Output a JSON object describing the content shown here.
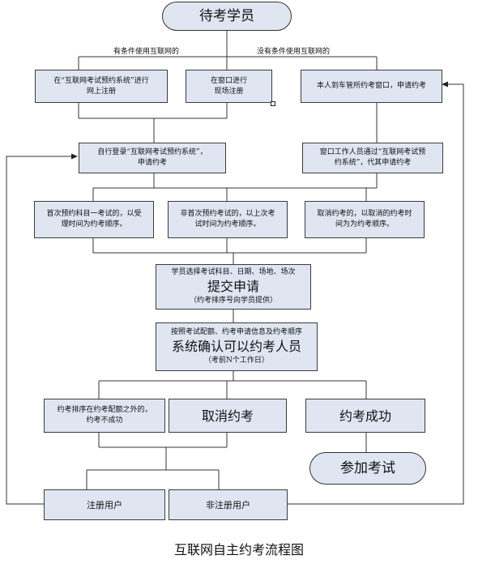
{
  "title": "待考学员",
  "branch_internet": "有条件使用互联网的",
  "branch_no_internet": "没有条件使用互联网的",
  "register_online": {
    "line1": "在“互联网考试预约系统”进行",
    "line2": "网上注册"
  },
  "register_window": {
    "line1": "在窗口进行",
    "line2": "现场注册"
  },
  "apply_in_person": {
    "line1": "本人到车管所约考窗口，申请约考"
  },
  "login_system": {
    "line1": "自行登录“互联网考试预约系统”，",
    "line2": "申请约考"
  },
  "staff_apply": {
    "line1": "窗口工作人员通过“互联网考试预",
    "line2": "约系统”，代其申请约考"
  },
  "first_booking": {
    "line1": "首次预约科目一考试的，以受",
    "line2": "理时间为约考顺序。"
  },
  "repeat_booking": {
    "line1": "非首次预约考试的，以上次考",
    "line2": "试时间为约考顺序。"
  },
  "cancel_booking": {
    "line1": "取消约考的，以取消的约考时",
    "line2": "间为为约考顺序。"
  },
  "submit_application": {
    "line1": "学员选择考试科目、日期、场地、场次",
    "line2": "提交申请",
    "line3": "（约考排序号向学员提供）"
  },
  "system_confirm": {
    "line1": "按照考试配额、约考申请信息及约考顺序",
    "line2": "系统确认可以约考人员",
    "line3": "（考前N个工作日）"
  },
  "booking_failed": {
    "line1": "约考排序在约考配额之外的，",
    "line2": "约考不成功"
  },
  "cancel_exam": {
    "line1": "取消约考"
  },
  "booking_success": {
    "line1": "约考成功"
  },
  "take_exam": "参加考试",
  "registered_user": {
    "line1": "注册用户"
  },
  "unregistered_user": {
    "line1": "非注册用户"
  },
  "caption": "互联网自主约考流程图"
}
